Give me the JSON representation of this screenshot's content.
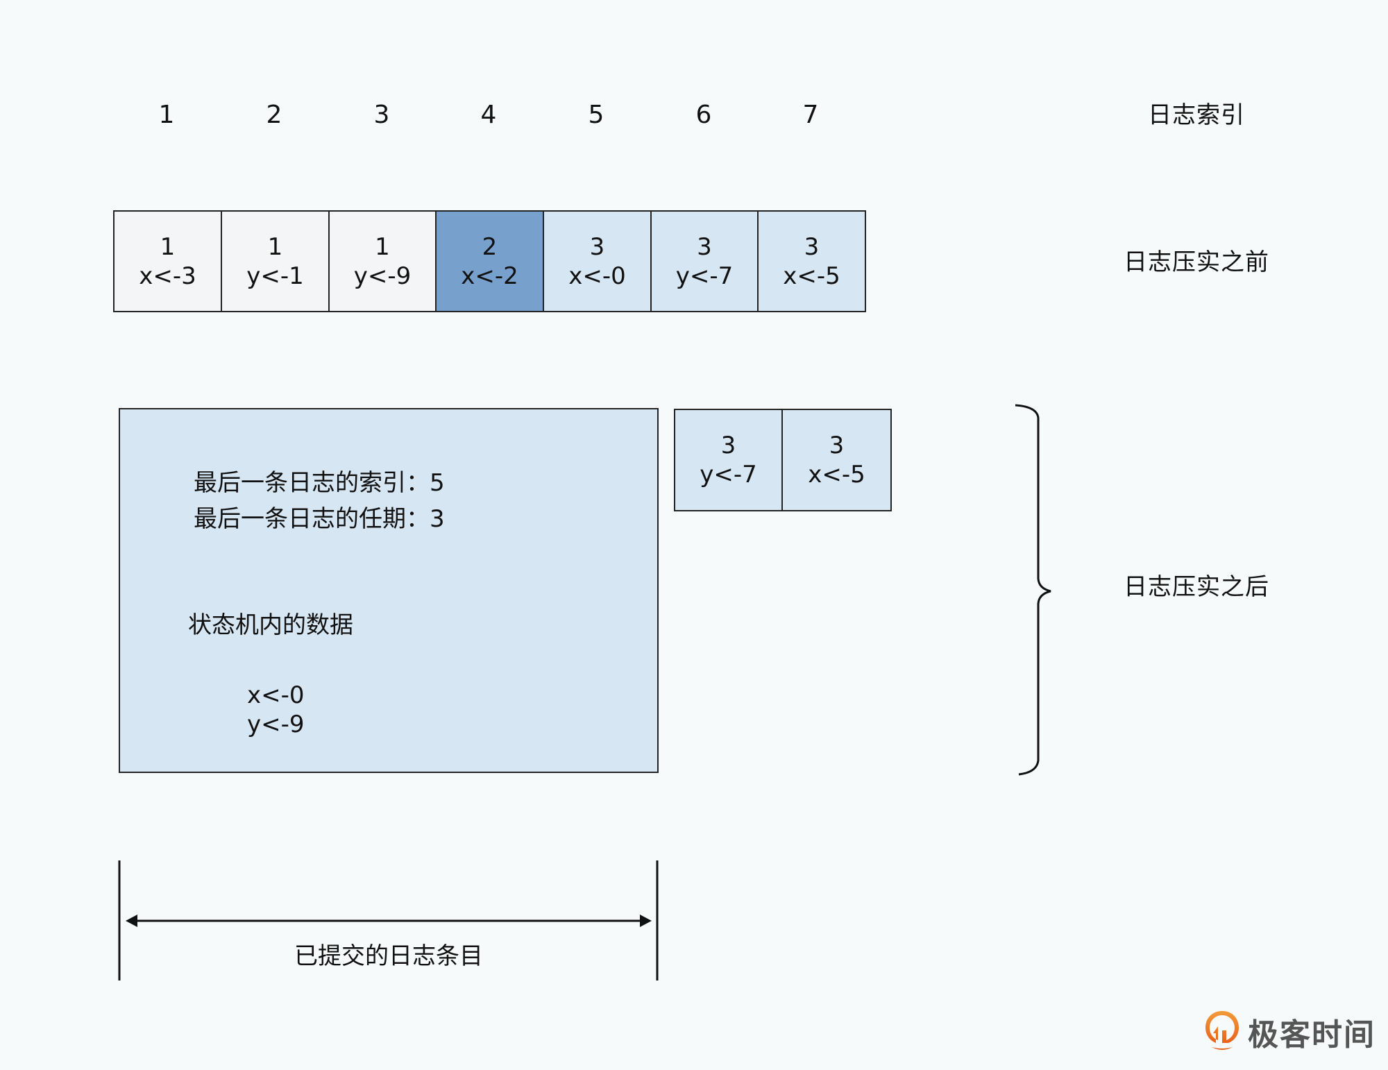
{
  "index_row": {
    "label": "日志索引",
    "indices": [
      "1",
      "2",
      "3",
      "4",
      "5",
      "6",
      "7"
    ]
  },
  "before_compaction": {
    "label": "日志压实之前",
    "entries": [
      {
        "term": "1",
        "command": "x<-3",
        "state": "committed"
      },
      {
        "term": "1",
        "command": "y<-1",
        "state": "committed"
      },
      {
        "term": "1",
        "command": "y<-9",
        "state": "committed"
      },
      {
        "term": "2",
        "command": "x<-2",
        "state": "highlight"
      },
      {
        "term": "3",
        "command": "x<-0",
        "state": "pending"
      },
      {
        "term": "3",
        "command": "y<-7",
        "state": "pending"
      },
      {
        "term": "3",
        "command": "x<-5",
        "state": "pending"
      }
    ]
  },
  "after_compaction": {
    "label": "日志压实之后",
    "snapshot": {
      "last_index_line": "最后一条日志的索引：5",
      "last_term_line": "最后一条日志的任期：3",
      "state_machine_title": "状态机内的数据",
      "state_values": [
        "x<-0",
        "y<-9"
      ]
    },
    "remaining_entries": [
      {
        "term": "3",
        "command": "y<-7"
      },
      {
        "term": "3",
        "command": "x<-5"
      }
    ]
  },
  "committed_span": {
    "label": "已提交的日志条目"
  },
  "logo": {
    "text": "极客时间",
    "icon": "geektime-logo-icon"
  },
  "colors": {
    "background": "#f6fafb",
    "committed_cell": "#f4f5f7",
    "highlight_cell": "#78a0cd",
    "pending_cell": "#d7e6f3",
    "logo_orange": "#ee7a1f"
  }
}
